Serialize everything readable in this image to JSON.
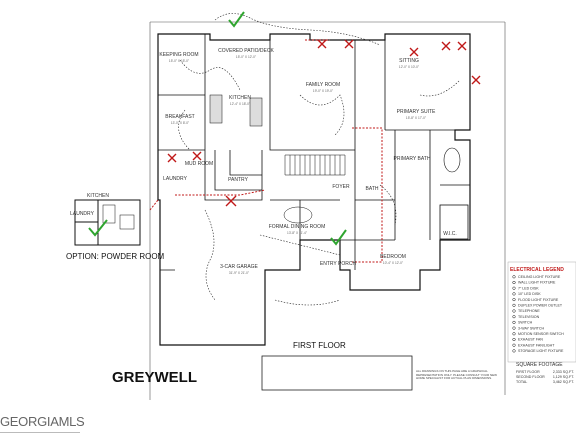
{
  "title": "GREYWELL",
  "floor_label": "FIRST FLOOR",
  "option_label": "OPTION: POWDER ROOM",
  "brand": "GEORGIAMLS",
  "rooms": [
    {
      "label": "KEEPING ROOM",
      "dim": "15'-0\" X 15'-0\""
    },
    {
      "label": "COVERED PATIO/DECK",
      "dim": "15'-0\" X 12'-0\""
    },
    {
      "label": "FAMILY ROOM",
      "dim": "19'-0\" X 19'-0\""
    },
    {
      "label": "SITTING",
      "dim": "12'-0\" X 10'-0\""
    },
    {
      "label": "KITCHEN",
      "dim": "12'-4\" X 18'-0\""
    },
    {
      "label": "BREAKFAST",
      "dim": "13'-0\" X 8'-0\""
    },
    {
      "label": "PRIMARY SUITE",
      "dim": "15'-8\" X 17'-0\""
    },
    {
      "label": "PANTRY",
      "dim": ""
    },
    {
      "label": "MUD ROOM",
      "dim": ""
    },
    {
      "label": "LAUNDRY",
      "dim": ""
    },
    {
      "label": "PRIMARY BATH",
      "dim": ""
    },
    {
      "label": "FORMAL DINING ROOM",
      "dim": "13'-8\" X 11'-4\""
    },
    {
      "label": "3-CAR GARAGE",
      "dim": "31'-9\" X 21'-0\""
    },
    {
      "label": "BEDROOM",
      "dim": "10'-4\" X 12'-0\""
    },
    {
      "label": "W.I.C.",
      "dim": ""
    },
    {
      "label": "FOYER",
      "dim": ""
    },
    {
      "label": "ENTRY PORCH",
      "dim": ""
    },
    {
      "label": "BATH",
      "dim": ""
    },
    {
      "label": "KITCHEN",
      "dim": ""
    },
    {
      "label": "LAUNDRY",
      "dim": ""
    }
  ],
  "legend": {
    "title": "ELECTRICAL LEGEND",
    "items": [
      "CEILING LIGHT FIXTURE",
      "WALL LIGHT FIXTURE",
      "7\" LED DISK",
      "10\" LED DISK",
      "FLOOD LIGHT FIXTURE",
      "DUPLEX POWER OUTLET",
      "TELEPHONE",
      "TELEVISION",
      "SWITCH",
      "3-WAY SWITCH",
      "MOTION SENSOR SWITCH",
      "EXHAUST FAN",
      "EXHAUST FAN/LIGHT",
      "STORAGE LIGHT FIXTURE"
    ]
  },
  "square_footage": {
    "title": "SQUARE FOOTAGE",
    "rows": [
      {
        "label": "FIRST FLOOR",
        "value": "2,333 SQ.FT."
      },
      {
        "label": "SECOND FLOOR",
        "value": "1,129 SQ.FT."
      },
      {
        "label": "TOTAL",
        "value": "3,462 SQ.FT."
      }
    ]
  },
  "disclaimer": "ALL DRAWINGS ON THIS PAGE ARE A GRAPHICAL REPRESENTATION ONLY. PLEASE CONSULT YOUR NEW HOME SPECIALIST FOR ACTUAL PLAN DIMENSIONS.",
  "colors": {
    "red": "#c01818",
    "green": "#2fa52f",
    "wall": "#111111"
  }
}
